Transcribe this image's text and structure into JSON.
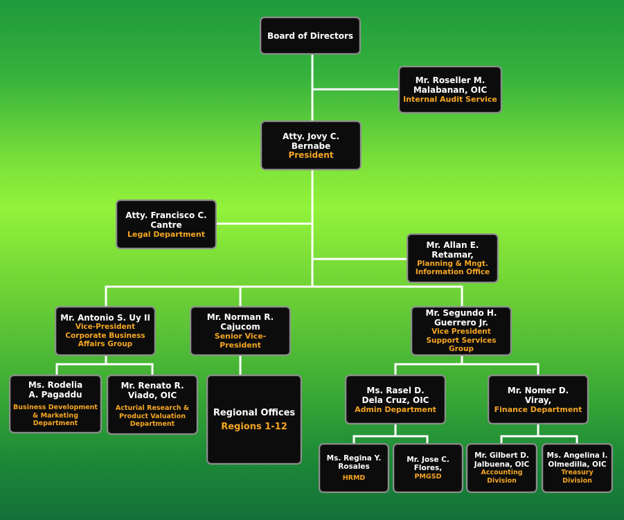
{
  "board": {
    "name": "Board of Directors"
  },
  "audit": {
    "name": "Mr. Roseller M. Malabanan, OIC",
    "role": "Internal Audit Service"
  },
  "president": {
    "name": "Atty. Jovy C. Bernabe",
    "role": "President"
  },
  "legal": {
    "name": "Atty. Francisco C. Cantre",
    "role": "Legal Department"
  },
  "planning": {
    "name": "Mr. Allan E. Retamar,",
    "role": "Planning & Mngt. Information Office"
  },
  "vp_cbag": {
    "name": "Mr. Antonio S. Uy II",
    "role": "Vice-President Corporate Business Affairs Group"
  },
  "svp": {
    "name": "Mr. Norman R. Cajucom",
    "role": "Senior Vice-President"
  },
  "vp_ssg": {
    "name": "Mr. Segundo H. Guerrero Jr.",
    "role": "Vice President Support Services Group"
  },
  "bdmd": {
    "name": "Ms. Rodelia A. Pagaddu",
    "role": "Business Development & Marketing Department"
  },
  "arpvd": {
    "name": "Mr. Renato R. Viado, OIC",
    "role": "Acturial Research & Product Valuation Department"
  },
  "regional": {
    "name": "Regional Offices",
    "role": "Regions 1-12"
  },
  "admin": {
    "name": "Ms. Rasel D. Dela Cruz, OIC",
    "role": "Admin Department"
  },
  "finance": {
    "name": "Mr. Nomer D. Viray,",
    "role": "Finance Department"
  },
  "hrmd": {
    "name": "Ms. Regina Y. Rosales",
    "role": "HRMD"
  },
  "pmgsd": {
    "name": "Mr. Jose C. Flores,",
    "role": "PMGSD"
  },
  "accounting": {
    "name": "Mr. Gilbert D. Jalbuena, OIC",
    "role": "Accounting Division"
  },
  "treasury": {
    "name": "Ms. Angelina I. Olmedilla, OIC",
    "role": "Treasury Division"
  }
}
